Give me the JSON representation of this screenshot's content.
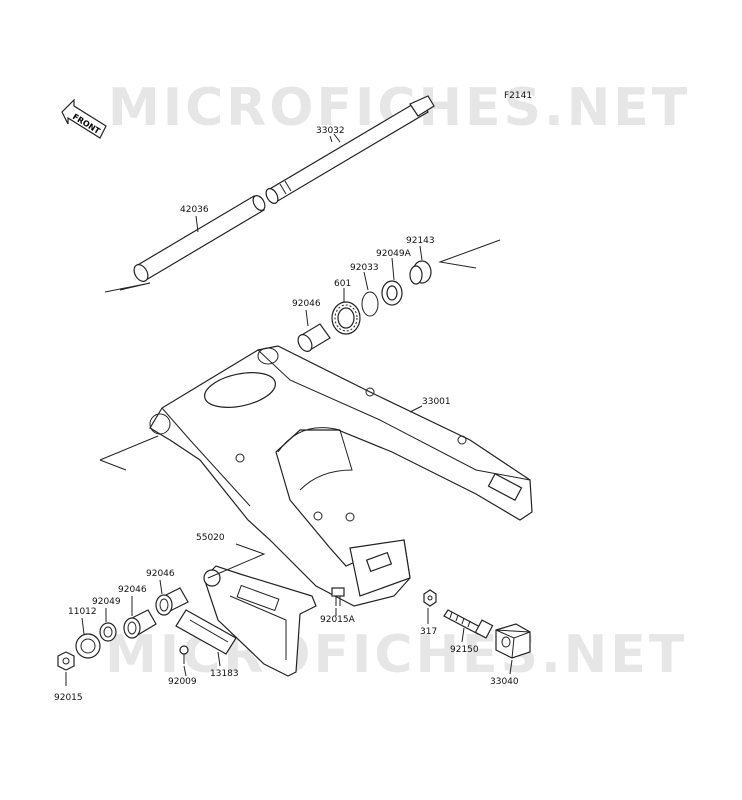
{
  "figure_code": "F2141",
  "front_marker": "FRONT",
  "watermark": "MICROFICHES.NET",
  "parts": {
    "axle": "33032",
    "collar_pivot": "42036",
    "collar_right": "92143",
    "seal_right": "92049A",
    "circlip": "92033",
    "ball_bearing": "601",
    "needle_bearing_right": "92046",
    "swingarm": "33001",
    "chain_guard": "55020",
    "needle_bearing_left_a": "92046",
    "needle_bearing_left_b": "92046",
    "seal_left": "92049",
    "cap": "11012",
    "nut_left": "92015",
    "bolt_guard": "92015A",
    "screw_guard": "92009",
    "guard_pad": "13183",
    "nut_317": "317",
    "adjust_bolt": "92150",
    "chain_adjuster": "33040"
  }
}
